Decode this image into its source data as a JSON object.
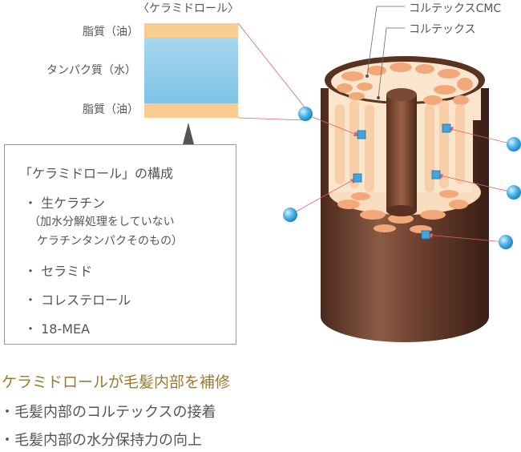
{
  "layer_diagram": {
    "title": "〈ケラミドロール〉",
    "labels": [
      "脂質（油）",
      "タンパク質（水）",
      "脂質（油）"
    ],
    "colors": {
      "lipid": "#f9cc90",
      "protein_top": "#a8d6ee",
      "protein_bottom": "#7ec4e6"
    }
  },
  "composition_box": {
    "title": "「ケラミドロール」の構成",
    "items": [
      {
        "bullet": "・",
        "label": "生ケラチン",
        "note_lines": [
          "（加水分解処理をしていない",
          "ケラチンタンパクそのもの）"
        ]
      },
      {
        "bullet": "・",
        "label": "セラミド"
      },
      {
        "bullet": "・",
        "label": "コレステロール"
      },
      {
        "bullet": "・",
        "label": "18-MEA"
      }
    ]
  },
  "hair_labels": {
    "cmc": "コルテックスCMC",
    "cortex": "コルテックス"
  },
  "summary": {
    "heading": "ケラミドロールが毛髪内部を補修",
    "points": [
      "・毛髪内部のコルテックスの接着",
      "・毛髪内部の水分保持力の向上"
    ],
    "heading_color": "#9b7a2c"
  }
}
